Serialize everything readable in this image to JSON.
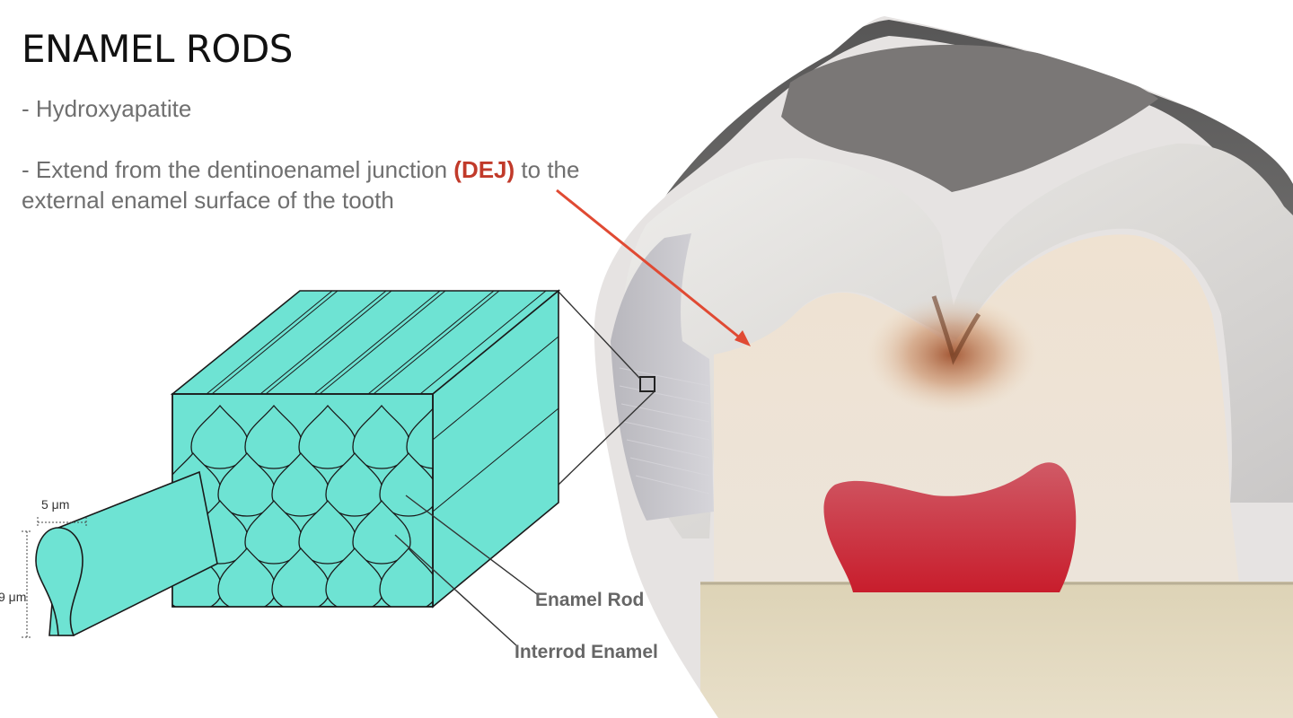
{
  "slide": {
    "title": "ENAMEL RODS",
    "bullets": [
      {
        "text": "- Hydroxyapatite"
      },
      {
        "before": "- Extend from the dentinoenamel junction ",
        "highlight": "(DEJ)",
        "after": " to the external enamel surface of the tooth"
      }
    ]
  },
  "diagram": {
    "labels": {
      "enamel_rod": "Enamel Rod",
      "interrod_enamel": "Interrod Enamel"
    },
    "dimensions": {
      "width": "5 μm",
      "height": "9 μm"
    }
  },
  "colors": {
    "rod_fill": "#6ee3d3",
    "highlight": "#c13a2a",
    "lesion": "#d12a3a",
    "arrow": "#e04a33"
  }
}
